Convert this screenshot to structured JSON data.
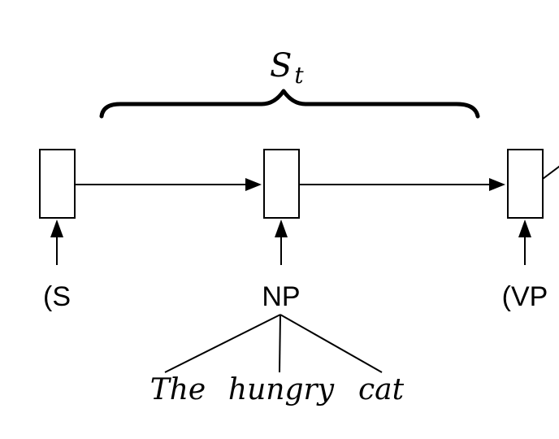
{
  "brace_label": {
    "main": "S",
    "subscript": "t"
  },
  "nodes": [
    {
      "label": "(S"
    },
    {
      "label": "NP"
    },
    {
      "label": "(VP"
    }
  ],
  "words": [
    "The",
    "hungry",
    "cat"
  ]
}
